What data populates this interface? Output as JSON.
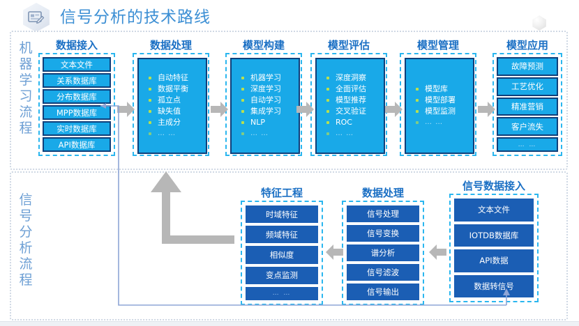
{
  "header": {
    "title": "信号分析的技术路线",
    "icon": "document-pen-hexagon-icon"
  },
  "sections": [
    {
      "id": "machine-learning-flow",
      "side_label": "机器学习流程",
      "columns": [
        {
          "title": "数据接入",
          "style": "chips",
          "items": [
            "文本文件",
            "关系数据库",
            "分布数据库",
            "MPP数据库",
            "实时数据库",
            "API数据库"
          ]
        },
        {
          "title": "数据处理",
          "style": "bullets",
          "items": [
            "自动特征",
            "数据平衡",
            "孤立点",
            "缺失值",
            "主成分",
            "…  …"
          ]
        },
        {
          "title": "模型构建",
          "style": "bullets",
          "items": [
            "机器学习",
            "深度学习",
            "自动学习",
            "集成学习",
            "NLP",
            "…  …"
          ]
        },
        {
          "title": "模型评估",
          "style": "bullets",
          "items": [
            "深度洞察",
            "全面评估",
            "模型推荐",
            "交叉验证",
            "ROC",
            "…  …"
          ]
        },
        {
          "title": "模型管理",
          "style": "bullets",
          "items": [
            "模型库",
            "模型部署",
            "模型监测",
            "…  …"
          ]
        },
        {
          "title": "模型应用",
          "style": "chips",
          "items": [
            "故障预测",
            "工艺优化",
            "精准营销",
            "客户流失",
            "…  …"
          ]
        }
      ]
    },
    {
      "id": "signal-analysis-flow",
      "side_label": "信号分析流程",
      "columns": [
        {
          "title": "特征工程",
          "style": "chips-dark",
          "items": [
            "时域特征",
            "频域特征",
            "相似度",
            "变点监测",
            "…  …"
          ]
        },
        {
          "title": "数据处理",
          "style": "chips-dark",
          "items": [
            "信号处理",
            "信号变换",
            "谱分析",
            "信号滤波",
            "信号输出"
          ]
        },
        {
          "title": "信号数据接入",
          "style": "chips-dark",
          "items": [
            "文本文件",
            "IOTDB数据库",
            "API数据",
            "数据转信号"
          ]
        }
      ]
    }
  ],
  "connectors": {
    "ml_flow_arrows": 5,
    "signal_flow_arrows": 2,
    "elbow_arrow": "feature-engineering-to-data-processing",
    "feedback_line": "data-to-signal-to-realtime-database"
  },
  "colors": {
    "title_text": "#3c8fd4",
    "column_title": "#1a6fc4",
    "card_cyan": "#19a9e8",
    "card_dark_blue": "#1b5eb4",
    "card_border_navy": "#0f3f7a",
    "dashed_border": "#2ab6ef",
    "section_border": "#cfd8e4",
    "side_label": "#6d9fd4",
    "arrow_gray": "#b3b3b3",
    "bullet_dot": "#b9e04f",
    "feedback_line": "#8ea5d6"
  }
}
